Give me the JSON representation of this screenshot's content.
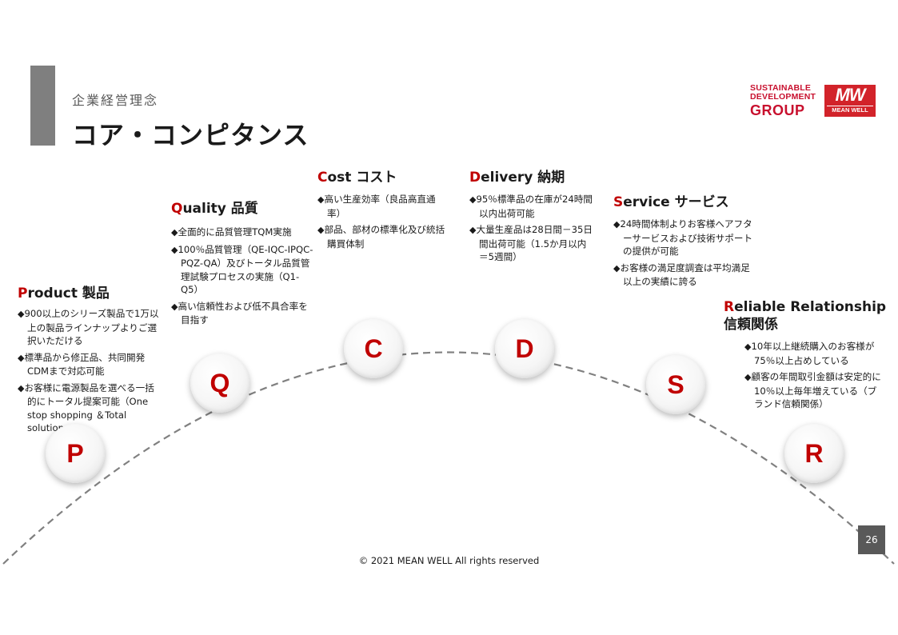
{
  "header": {
    "subtitle": "企業経営理念",
    "title": "コア・コンピタンス"
  },
  "logos": {
    "sdg_line1": "SUSTAINABLE",
    "sdg_line2": "DEVELOPMENT",
    "sdg_line3": "GROUP",
    "mw_mark": "MW",
    "mw_name": "MEAN WELL"
  },
  "sections": {
    "p": {
      "letter": "P",
      "heading_cap": "P",
      "heading_rest": "roduct 製品",
      "bullets": [
        "900以上のシリーズ製品で1万以上の製品ラインナップよりご選択いただける",
        "標準品から修正品、共同開発CDMまで対応可能",
        "お客様に電源製品を選べる一括的にトータル提案可能（One stop shopping ＆Total solution"
      ]
    },
    "q": {
      "letter": "Q",
      "heading_cap": "Q",
      "heading_rest": "uality 品質",
      "bullets": [
        "全面的に品質管理TQM実施",
        "100％品質管理（QE-IQC-IPQC-PQZ-QA）及びトータル品質管理試験プロセスの実施（Q1-Q5）",
        "高い信頼性および低不具合率を目指す"
      ]
    },
    "c": {
      "letter": "C",
      "heading_cap": "C",
      "heading_rest": "ost コスト",
      "bullets": [
        "高い生産効率（良品高直通率）",
        "部品、部材の標準化及び統括購買体制"
      ]
    },
    "d": {
      "letter": "D",
      "heading_cap": "D",
      "heading_rest": "elivery  納期",
      "bullets": [
        "95％標準品の在庫が24時間以内出荷可能",
        "大量生産品は28日間－35日間出荷可能（1.5か月以内＝5週間）"
      ]
    },
    "s": {
      "letter": "S",
      "heading_cap": "S",
      "heading_rest": "ervice サービス",
      "bullets": [
        "24時間体制よりお客様へアフターサービスおよび技術サポートの提供が可能",
        "お客様の満足度調査は平均満足以上の実績に誇る"
      ]
    },
    "r": {
      "letter": "R",
      "heading_cap": "R",
      "heading_rest": "eliable Relationship",
      "heading_line2": "信頼関係",
      "bullets": [
        "10年以上継続購入のお客様が75％以上占めしている",
        "顧客の年間取引金額は安定的に10％以上毎年増えている（ブランド信頼関係）"
      ]
    }
  },
  "footer": {
    "copyright": "© 2021 MEAN WELL All rights reserved",
    "page_number": "26"
  },
  "colors": {
    "accent_red": "#c00000",
    "accent_gray": "#7f7f7f"
  }
}
